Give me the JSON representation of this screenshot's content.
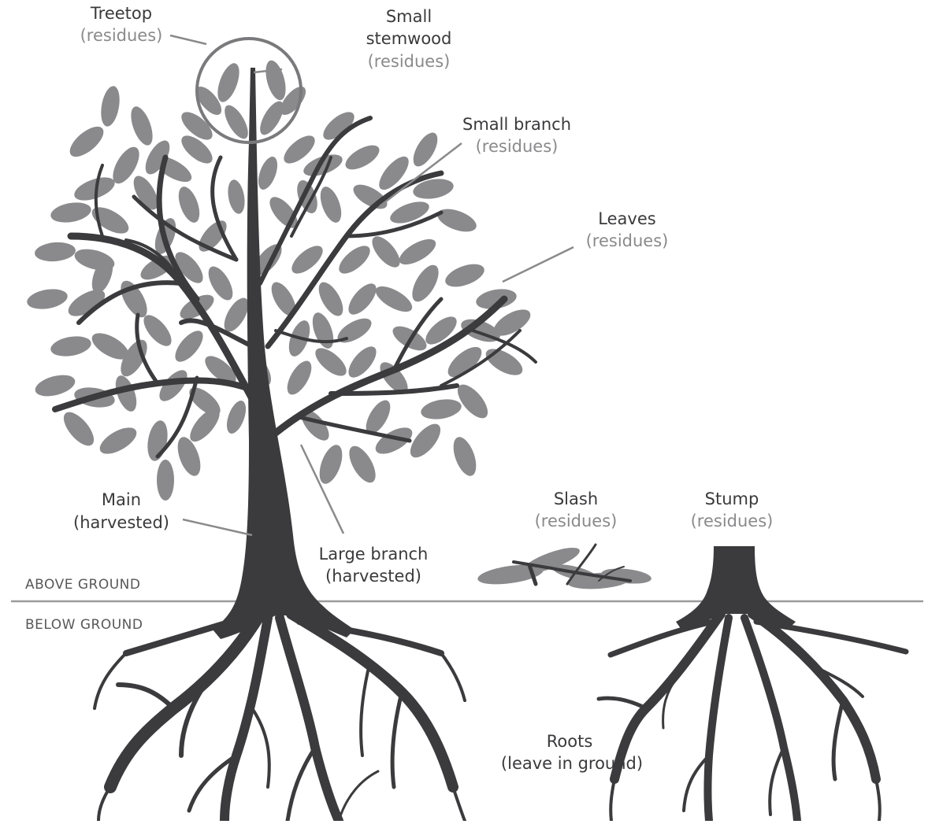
{
  "colors": {
    "trunk": "#3b3b3d",
    "leaf": "#8a8a8c",
    "leader": "#8a8a8c",
    "label_main": "#3a3a3c",
    "label_sub": "#8a8a8c",
    "ground_line": "#9a9a9c"
  },
  "ground": {
    "above": "ABOVE GROUND",
    "below": "BELOW GROUND"
  },
  "labels": {
    "treetop": {
      "title": "Treetop",
      "sub": "(residues)"
    },
    "stemwood": {
      "title_line1": "Small",
      "title_line2": "stemwood",
      "sub": "(residues)"
    },
    "small_branch": {
      "title": "Small branch",
      "sub": "(residues)"
    },
    "leaves": {
      "title": "Leaves",
      "sub": "(residues)"
    },
    "main": {
      "title": "Main",
      "sub": "(harvested)"
    },
    "large_branch": {
      "title": "Large branch",
      "sub": "(harvested)"
    },
    "slash": {
      "title": "Slash",
      "sub": "(residues)"
    },
    "stump": {
      "title": "Stump",
      "sub": "(residues)"
    },
    "roots": {
      "title": "Roots",
      "sub": "(leave in ground)"
    }
  }
}
